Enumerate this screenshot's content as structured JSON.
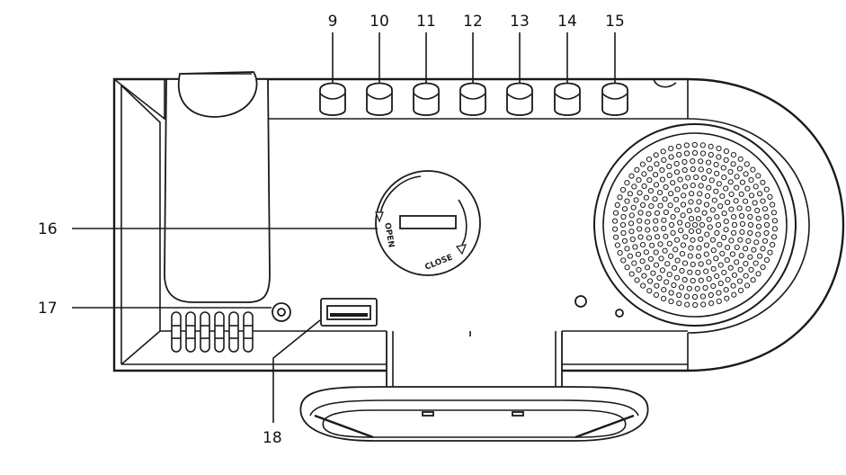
{
  "callouts": {
    "top": [
      {
        "num": "9"
      },
      {
        "num": "10"
      },
      {
        "num": "11"
      },
      {
        "num": "12"
      },
      {
        "num": "13"
      },
      {
        "num": "14"
      },
      {
        "num": "15"
      }
    ],
    "c16": "16",
    "c17": "17",
    "c18": "18"
  },
  "battery_cover": {
    "open_label": "OPEN",
    "close_label": "CLOSE"
  }
}
